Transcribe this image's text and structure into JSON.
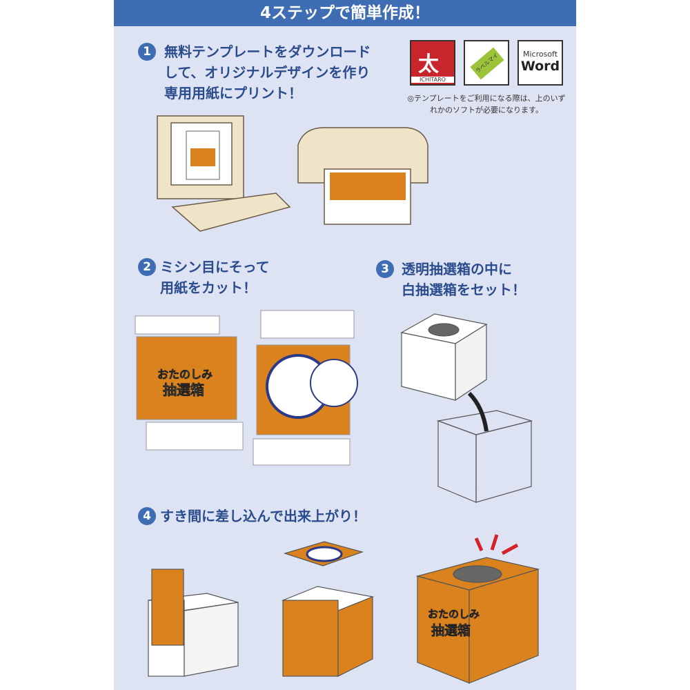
{
  "header": {
    "title": "4ステップで簡単作成！"
  },
  "steps": [
    {
      "number": "1",
      "lines": [
        "無料テンプレートをダウンロード",
        "して、オリジナルデザインを作り",
        "専用用紙にプリント！"
      ]
    },
    {
      "number": "2",
      "lines": [
        "ミシン目にそって",
        "用紙をカット！"
      ]
    },
    {
      "number": "3",
      "lines": [
        "透明抽選箱の中に",
        "白抽選箱をセット！"
      ]
    },
    {
      "number": "4",
      "lines": [
        "すき間に差し込んで出来上がり！"
      ]
    }
  ],
  "software": {
    "logos": [
      {
        "name": "ICHITARO",
        "text": "ICHITARO"
      },
      {
        "name": "ラベルマイティ",
        "text": "ラベルマイティ"
      },
      {
        "name": "Microsoft Word",
        "line1": "Microsoft",
        "line2": "Word"
      }
    ],
    "note": "◎テンプレートをご利用になる際は、上のいずれかのソフトが必要になります。"
  },
  "illustration": {
    "label_line1": "おたのしみ",
    "label_line2": "抽選箱"
  },
  "colors": {
    "header": "#3f6db3",
    "panel": "#dde3f2",
    "orange": "#d9821e",
    "navy": "#2b3a86"
  }
}
